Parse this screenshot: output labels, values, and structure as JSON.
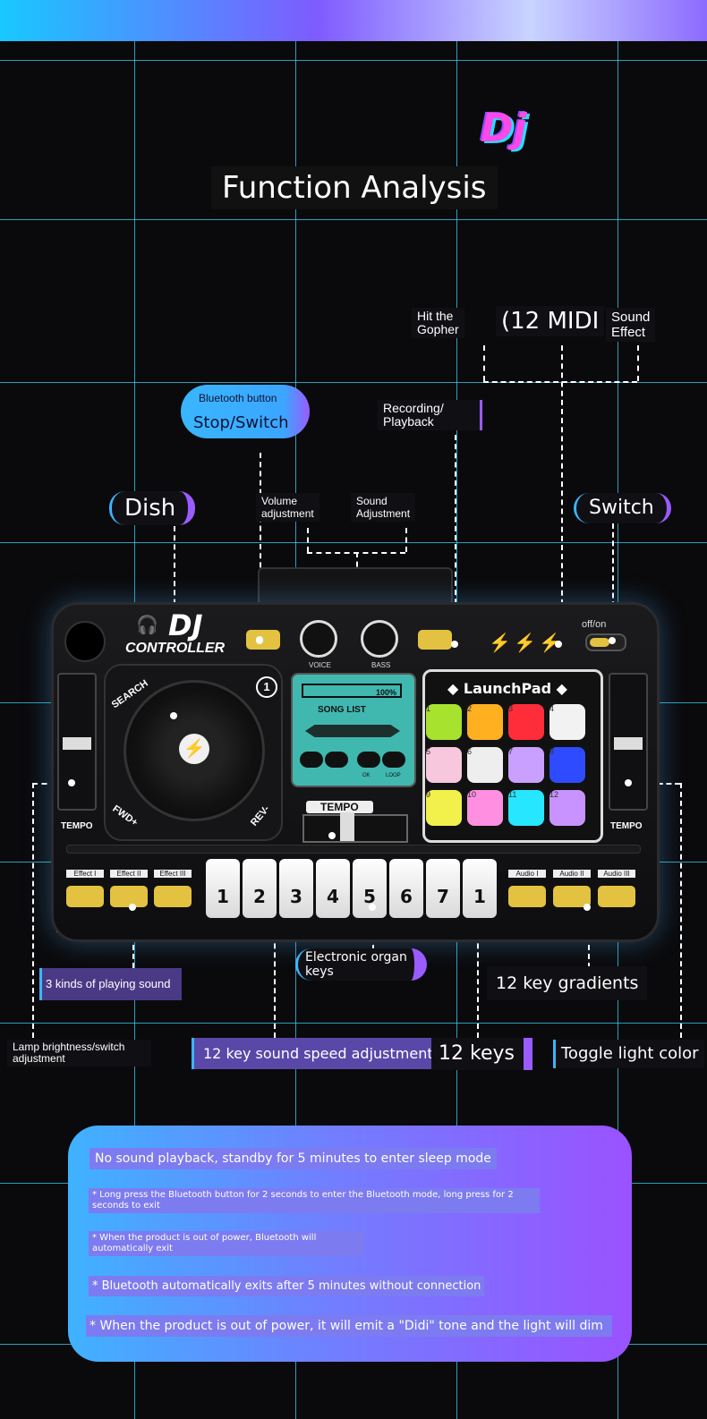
{
  "logo_text": "Dj",
  "title": "Function Analysis",
  "callouts": {
    "hit_gopher": "Hit the\nGopher",
    "midi": "(12 MIDI",
    "sound_effect": "Sound\nEffect",
    "bt_button": "Bluetooth button",
    "stop_switch": "Stop/Switch",
    "recording": "Recording/\nPlayback",
    "dish": "Dish",
    "volume": "Volume\nadjustment",
    "sound_adjust": "Sound\nAdjustment",
    "switch": "Switch",
    "organ_keys": "Electronic organ\nkeys",
    "three_sounds": "3 kinds of playing sound",
    "key_gradients": "12 key gradients",
    "lamp": "Lamp brightness/switch\nadjustment",
    "speed_adjust": "12 key sound speed adjustment",
    "twelve_keys": "12 keys",
    "toggle_light": "Toggle light color"
  },
  "device": {
    "brand": "DJ",
    "subtitle": "CONTROLLER",
    "search": "SEARCH",
    "fwd": "FWD+",
    "rev": "REV-",
    "number": "1",
    "voice": "VOICE",
    "bass": "BASS",
    "percent": "100%",
    "song_list": "SONG LIST",
    "ok": "OK",
    "loop": "LOOP",
    "launchpad": "LaunchPad",
    "tempo": "TEMPO",
    "off_on": "off/on",
    "effects": [
      "Effect I",
      "Effect II",
      "Effect III"
    ],
    "audios": [
      "Audio I",
      "Audio II",
      "Audio III"
    ],
    "pads": [
      "1",
      "2",
      "3",
      "4",
      "5",
      "6",
      "7",
      "8",
      "9",
      "10",
      "11",
      "12"
    ],
    "keys": [
      "1",
      "2",
      "3",
      "4",
      "5",
      "6",
      "7",
      "1"
    ],
    "colors": {
      "pads": [
        "#a6e22e",
        "#ffb020",
        "#ff2d3a",
        "#f2f2f2",
        "#f7c7dd",
        "#eeeeee",
        "#c9a0ff",
        "#2e4bff",
        "#f2f04a",
        "#ff8fe1",
        "#27e6ff",
        "#c993ff"
      ]
    }
  },
  "notes": [
    "No sound playback, standby for 5 minutes to enter sleep mode",
    "* Long press the Bluetooth button for 2 seconds to enter the Bluetooth mode, long press for 2 seconds to exit",
    "* When the product is out of power, Bluetooth will automatically exit",
    "* Bluetooth automatically exits after 5 minutes without connection",
    "* When the product is out of power, it will emit a \"Didi\" tone and the light will dim"
  ]
}
